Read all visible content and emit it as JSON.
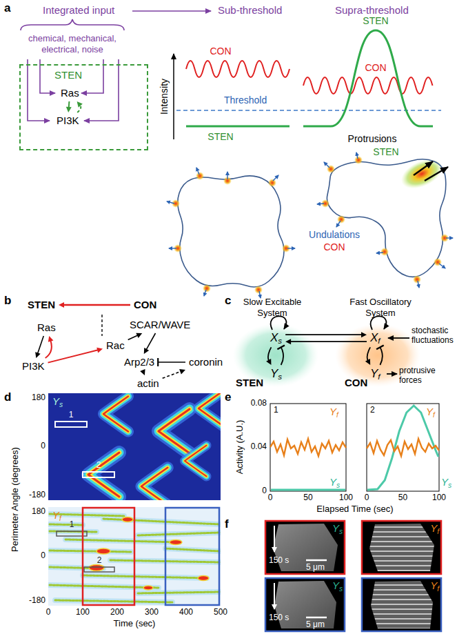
{
  "diagram": {
    "nodes": [
      {
        "text": [
          "STEN"
        ]
      },
      {
        "text": [
          "Ras"
        ],
        "in": 0
      },
      {
        "text": [
          "PI3K"
        ],
        "in": 0
      },
      {
        "text": [
          "STEN"
        ]
      },
      {
        "text": [
          "CON"
        ]
      },
      {
        "text": [
          "Ras"
        ]
      },
      {
        "text": [
          "PI3K"
        ]
      },
      {
        "text": [
          "Rac"
        ]
      },
      {
        "text": [
          "SCAR/WAVE"
        ]
      },
      {
        "text": [
          "Arp2/3"
        ]
      },
      {
        "text": [
          "coronin"
        ]
      },
      {
        "text": [
          "actin"
        ]
      },
      {
        "text": [
          "Xs"
        ]
      },
      {
        "text": [
          "Ys"
        ]
      },
      {
        "text": [
          "Xf"
        ]
      },
      {
        "text": [
          "Yf"
        ]
      }
    ],
    "edges": [
      {
        "from": 1,
        "to": 2,
        "arrow": "to"
      },
      {
        "from": 2,
        "to": 1,
        "arrow": "to"
      },
      {
        "from": 4,
        "to": 3,
        "arrow": "to"
      },
      {
        "from": 5,
        "to": 6,
        "arrow": "to"
      },
      {
        "from": 6,
        "to": 5,
        "arrow": "to"
      },
      {
        "from": 6,
        "to": 7,
        "arrow": "to"
      },
      {
        "from": 7,
        "to": 8,
        "arrow": "to"
      },
      {
        "from": 8,
        "to": 9,
        "arrow": "to"
      },
      {
        "from": 10,
        "to": 9,
        "arrow": "to"
      },
      {
        "from": 9,
        "to": 11,
        "arrow": "to"
      },
      {
        "from": 11,
        "to": 10,
        "arrow": "to"
      },
      {
        "from": 12,
        "to": 13,
        "arrow": "to"
      },
      {
        "from": 13,
        "to": 12,
        "arrow": "to"
      },
      {
        "from": 12,
        "to": 14,
        "arrow": "to"
      },
      {
        "from": 14,
        "to": 12,
        "arrow": "to"
      },
      {
        "from": 14,
        "to": 15,
        "arrow": "to"
      },
      {
        "from": 15,
        "to": 14,
        "arrow": "to"
      }
    ],
    "labels": [
      "a",
      "Integrated input",
      "Sub-threshold",
      "Supra-threshold",
      "chemical, mechanical, electrical, noise",
      "CON",
      "STEN",
      "CON",
      "Threshold",
      "STEN",
      "Intensity",
      "Protrusions",
      "STEN",
      "Undulations",
      "CON",
      "b",
      "c",
      "Slow Excitable System",
      "Fast Oscillatory System",
      "stochastic fluctuations",
      "protrusive forces",
      "STEN",
      "CON",
      "d",
      "Ys",
      "1",
      "2",
      "Yf",
      "1",
      "2",
      "Perimeter Angle (degrees)",
      "180",
      "0",
      "-180",
      "180",
      "0",
      "-180",
      "0",
      "100",
      "200",
      "300",
      "400",
      "500",
      "Time (sec)",
      "e",
      "1",
      "Yf",
      "Ys",
      "2",
      "Yf",
      "Ys",
      "0.08",
      "0.04",
      "0",
      "0",
      "50",
      "100",
      "0",
      "50",
      "100",
      "Activity (A.U.)",
      "Elapsed Time (sec)",
      "f",
      "Ys",
      "Yf",
      "150 s",
      "5 μm",
      "Ys",
      "Yf",
      "150 s",
      "5 μm"
    ]
  }
}
